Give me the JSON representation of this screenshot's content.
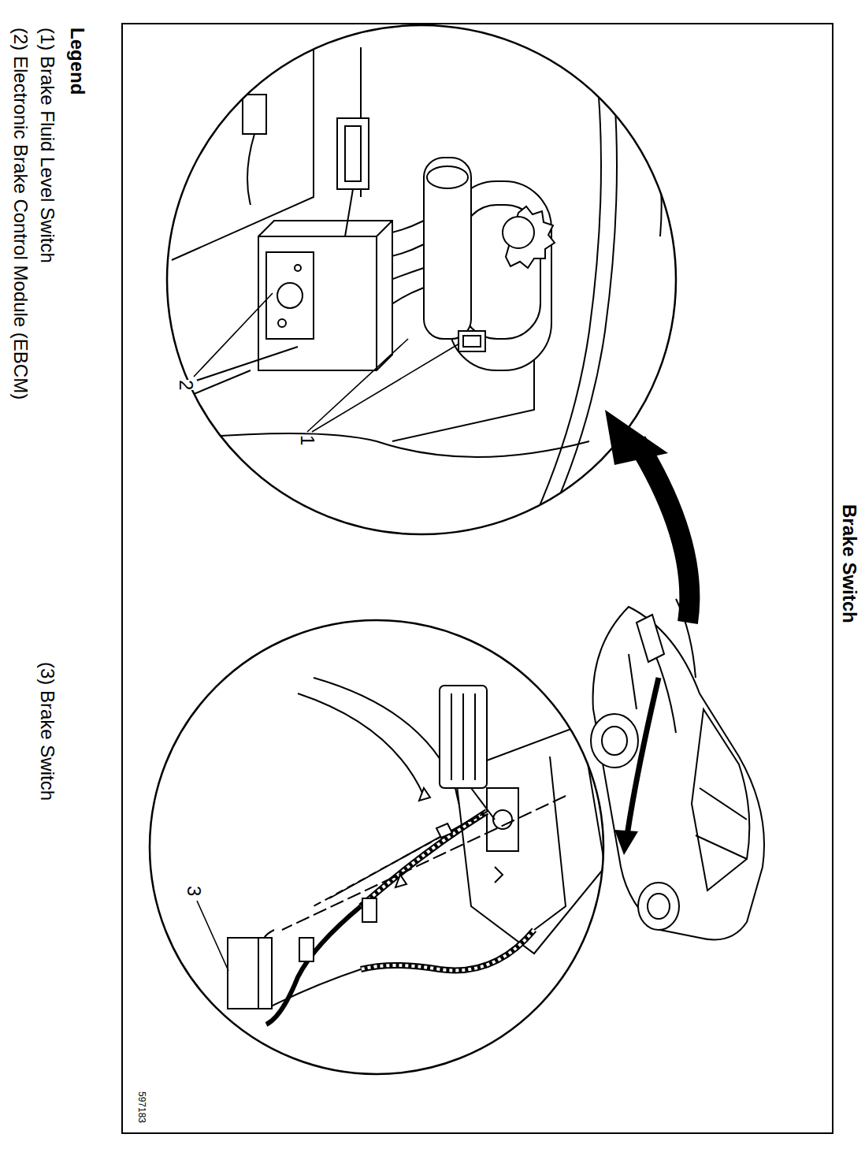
{
  "diagram": {
    "title": "Brake Switch",
    "labels": [
      "1",
      "2",
      "3",
      "Legend",
      "597183"
    ],
    "legend": [
      {
        "text": "(1) Brake Fluid Level Switch"
      },
      {
        "text": "(2) Electronic Brake Control Module (EBCM)"
      },
      {
        "text": "(3) Brake Switch"
      }
    ]
  }
}
